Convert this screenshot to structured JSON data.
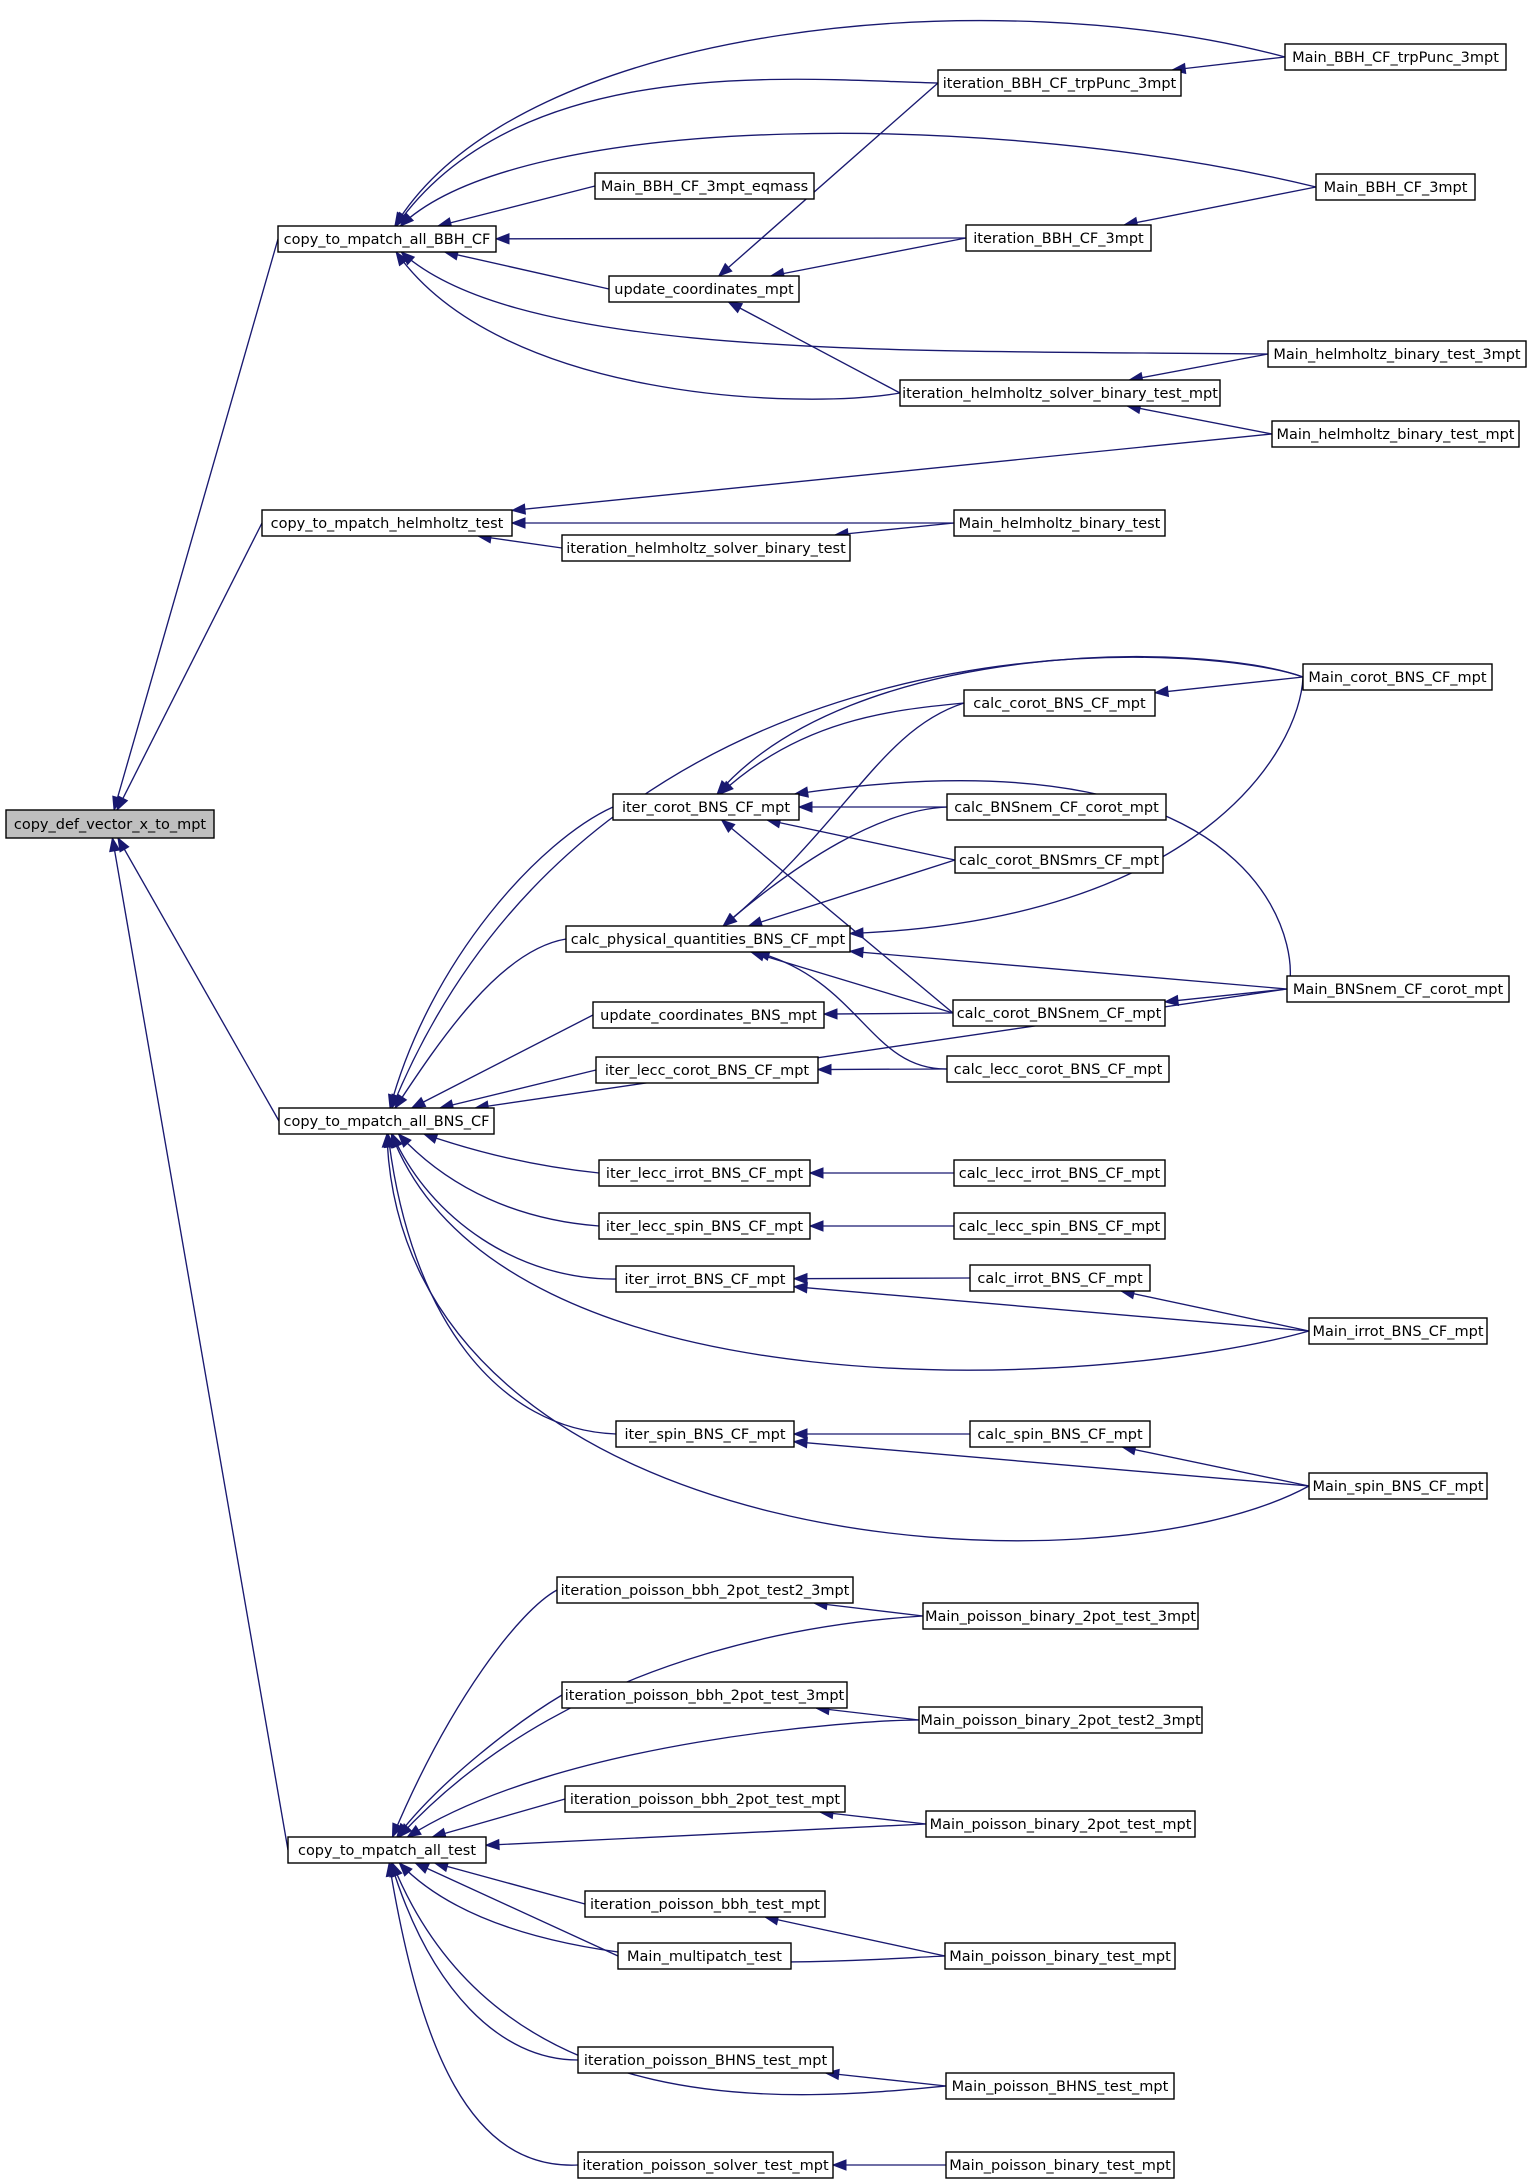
{
  "graph": {
    "title": "",
    "edge_color": "#191970",
    "root_fill": "#bfbfbf",
    "nodes": [
      {
        "id": "root",
        "label": "copy_def_vector_x_to_mpt",
        "root": true
      },
      {
        "id": "bbh_cf",
        "label": "copy_to_mpatch_all_BBH_CF"
      },
      {
        "id": "helm_test",
        "label": "copy_to_mpatch_helmholtz_test"
      },
      {
        "id": "bns_cf",
        "label": "copy_to_mpatch_all_BNS_CF"
      },
      {
        "id": "all_test",
        "label": "copy_to_mpatch_all_test"
      },
      {
        "id": "main_bbh_eqmass",
        "label": "Main_BBH_CF_3mpt_eqmass"
      },
      {
        "id": "upd_coord_mpt",
        "label": "update_coordinates_mpt"
      },
      {
        "id": "it_bbh_trp",
        "label": "iteration_BBH_CF_trpPunc_3mpt"
      },
      {
        "id": "it_bbh_3mpt",
        "label": "iteration_BBH_CF_3mpt"
      },
      {
        "id": "it_helm_bin_mpt",
        "label": "iteration_helmholtz_solver_binary_test_mpt"
      },
      {
        "id": "main_bbh_trp",
        "label": "Main_BBH_CF_trpPunc_3mpt"
      },
      {
        "id": "main_bbh_3mpt",
        "label": "Main_BBH_CF_3mpt"
      },
      {
        "id": "main_helm_3mpt",
        "label": "Main_helmholtz_binary_test_3mpt"
      },
      {
        "id": "main_helm_mpt",
        "label": "Main_helmholtz_binary_test_mpt"
      },
      {
        "id": "it_helm_bin",
        "label": "iteration_helmholtz_solver_binary_test"
      },
      {
        "id": "main_helm",
        "label": "Main_helmholtz_binary_test"
      },
      {
        "id": "iter_corot",
        "label": "iter_corot_BNS_CF_mpt"
      },
      {
        "id": "calc_phys",
        "label": "calc_physical_quantities_BNS_CF_mpt"
      },
      {
        "id": "upd_coord_bns",
        "label": "update_coordinates_BNS_mpt"
      },
      {
        "id": "iter_lecc_corot",
        "label": "iter_lecc_corot_BNS_CF_mpt"
      },
      {
        "id": "iter_lecc_irrot",
        "label": "iter_lecc_irrot_BNS_CF_mpt"
      },
      {
        "id": "iter_lecc_spin",
        "label": "iter_lecc_spin_BNS_CF_mpt"
      },
      {
        "id": "iter_irrot",
        "label": "iter_irrot_BNS_CF_mpt"
      },
      {
        "id": "iter_spin",
        "label": "iter_spin_BNS_CF_mpt"
      },
      {
        "id": "calc_corot",
        "label": "calc_corot_BNS_CF_mpt"
      },
      {
        "id": "calc_bnsnem_corot",
        "label": "calc_BNSnem_CF_corot_mpt"
      },
      {
        "id": "calc_corot_bnsmrs",
        "label": "calc_corot_BNSmrs_CF_mpt"
      },
      {
        "id": "calc_corot_bnsnem",
        "label": "calc_corot_BNSnem_CF_mpt"
      },
      {
        "id": "calc_lecc_corot",
        "label": "calc_lecc_corot_BNS_CF_mpt"
      },
      {
        "id": "calc_lecc_irrot",
        "label": "calc_lecc_irrot_BNS_CF_mpt"
      },
      {
        "id": "calc_lecc_spin",
        "label": "calc_lecc_spin_BNS_CF_mpt"
      },
      {
        "id": "calc_irrot",
        "label": "calc_irrot_BNS_CF_mpt"
      },
      {
        "id": "calc_spin",
        "label": "calc_spin_BNS_CF_mpt"
      },
      {
        "id": "main_corot",
        "label": "Main_corot_BNS_CF_mpt"
      },
      {
        "id": "main_bnsnem",
        "label": "Main_BNSnem_CF_corot_mpt"
      },
      {
        "id": "main_irrot",
        "label": "Main_irrot_BNS_CF_mpt"
      },
      {
        "id": "main_spin",
        "label": "Main_spin_BNS_CF_mpt"
      },
      {
        "id": "it_p_bbh_2pot_t2",
        "label": "iteration_poisson_bbh_2pot_test2_3mpt"
      },
      {
        "id": "it_p_bbh_2pot_3",
        "label": "iteration_poisson_bbh_2pot_test_3mpt"
      },
      {
        "id": "it_p_bbh_2pot_mpt",
        "label": "iteration_poisson_bbh_2pot_test_mpt"
      },
      {
        "id": "it_p_bbh_mpt",
        "label": "iteration_poisson_bbh_test_mpt"
      },
      {
        "id": "main_multipatch",
        "label": "Main_multipatch_test"
      },
      {
        "id": "it_p_bhns",
        "label": "iteration_poisson_BHNS_test_mpt"
      },
      {
        "id": "it_p_solver",
        "label": "iteration_poisson_solver_test_mpt"
      },
      {
        "id": "main_p_2pot_3",
        "label": "Main_poisson_binary_2pot_test_3mpt"
      },
      {
        "id": "main_p_2pot_t2",
        "label": "Main_poisson_binary_2pot_test2_3mpt"
      },
      {
        "id": "main_p_2pot_mpt",
        "label": "Main_poisson_binary_2pot_test_mpt"
      },
      {
        "id": "main_p_bin_mpt_a",
        "label": "Main_poisson_binary_test_mpt"
      },
      {
        "id": "main_p_bhns",
        "label": "Main_poisson_BHNS_test_mpt"
      },
      {
        "id": "main_p_bin_mpt_b",
        "label": "Main_poisson_binary_test_mpt"
      }
    ],
    "edges": [
      {
        "from": "bbh_cf",
        "to": "root"
      },
      {
        "from": "helm_test",
        "to": "root"
      },
      {
        "from": "bns_cf",
        "to": "root"
      },
      {
        "from": "all_test",
        "to": "root"
      },
      {
        "from": "main_bbh_trp",
        "to": "bbh_cf"
      },
      {
        "from": "it_bbh_trp",
        "to": "bbh_cf"
      },
      {
        "from": "main_bbh_3mpt",
        "to": "bbh_cf"
      },
      {
        "from": "main_bbh_eqmass",
        "to": "bbh_cf"
      },
      {
        "from": "it_bbh_3mpt",
        "to": "bbh_cf"
      },
      {
        "from": "upd_coord_mpt",
        "to": "bbh_cf"
      },
      {
        "from": "main_helm_3mpt",
        "to": "bbh_cf"
      },
      {
        "from": "it_helm_bin_mpt",
        "to": "bbh_cf"
      },
      {
        "from": "main_bbh_trp",
        "to": "it_bbh_trp"
      },
      {
        "from": "main_bbh_3mpt",
        "to": "it_bbh_3mpt"
      },
      {
        "from": "it_bbh_trp",
        "to": "upd_coord_mpt"
      },
      {
        "from": "it_bbh_3mpt",
        "to": "upd_coord_mpt"
      },
      {
        "from": "it_helm_bin_mpt",
        "to": "upd_coord_mpt"
      },
      {
        "from": "main_helm_3mpt",
        "to": "it_helm_bin_mpt"
      },
      {
        "from": "main_helm_mpt",
        "to": "it_helm_bin_mpt"
      },
      {
        "from": "main_helm_mpt",
        "to": "helm_test"
      },
      {
        "from": "main_helm",
        "to": "helm_test"
      },
      {
        "from": "it_helm_bin",
        "to": "helm_test"
      },
      {
        "from": "main_helm",
        "to": "it_helm_bin"
      },
      {
        "from": "main_corot",
        "to": "bns_cf"
      },
      {
        "from": "iter_corot",
        "to": "bns_cf"
      },
      {
        "from": "calc_phys",
        "to": "bns_cf"
      },
      {
        "from": "upd_coord_bns",
        "to": "bns_cf"
      },
      {
        "from": "iter_lecc_corot",
        "to": "bns_cf"
      },
      {
        "from": "main_bnsnem",
        "to": "bns_cf"
      },
      {
        "from": "iter_lecc_irrot",
        "to": "bns_cf"
      },
      {
        "from": "iter_lecc_spin",
        "to": "bns_cf"
      },
      {
        "from": "iter_irrot",
        "to": "bns_cf"
      },
      {
        "from": "main_irrot",
        "to": "bns_cf"
      },
      {
        "from": "iter_spin",
        "to": "bns_cf"
      },
      {
        "from": "main_spin",
        "to": "bns_cf"
      },
      {
        "from": "main_corot",
        "to": "iter_corot"
      },
      {
        "from": "calc_corot",
        "to": "iter_corot"
      },
      {
        "from": "main_bnsnem",
        "to": "iter_corot"
      },
      {
        "from": "calc_bnsnem_corot",
        "to": "iter_corot"
      },
      {
        "from": "calc_corot_bnsmrs",
        "to": "iter_corot"
      },
      {
        "from": "calc_corot_bnsnem",
        "to": "iter_corot"
      },
      {
        "from": "main_corot",
        "to": "calc_corot"
      },
      {
        "from": "calc_corot",
        "to": "calc_phys"
      },
      {
        "from": "calc_bnsnem_corot",
        "to": "calc_phys"
      },
      {
        "from": "calc_corot_bnsmrs",
        "to": "calc_phys"
      },
      {
        "from": "main_corot",
        "to": "calc_phys"
      },
      {
        "from": "main_bnsnem",
        "to": "calc_phys"
      },
      {
        "from": "calc_corot_bnsnem",
        "to": "calc_phys"
      },
      {
        "from": "calc_lecc_corot",
        "to": "calc_phys"
      },
      {
        "from": "calc_corot_bnsnem",
        "to": "upd_coord_bns"
      },
      {
        "from": "main_bnsnem",
        "to": "calc_corot_bnsnem"
      },
      {
        "from": "calc_lecc_corot",
        "to": "iter_lecc_corot"
      },
      {
        "from": "calc_lecc_irrot",
        "to": "iter_lecc_irrot"
      },
      {
        "from": "calc_lecc_spin",
        "to": "iter_lecc_spin"
      },
      {
        "from": "calc_irrot",
        "to": "iter_irrot"
      },
      {
        "from": "main_irrot",
        "to": "iter_irrot"
      },
      {
        "from": "main_irrot",
        "to": "calc_irrot"
      },
      {
        "from": "calc_spin",
        "to": "iter_spin"
      },
      {
        "from": "main_spin",
        "to": "iter_spin"
      },
      {
        "from": "main_spin",
        "to": "calc_spin"
      },
      {
        "from": "it_p_bbh_2pot_t2",
        "to": "all_test"
      },
      {
        "from": "main_p_2pot_3",
        "to": "all_test"
      },
      {
        "from": "it_p_bbh_2pot_3",
        "to": "all_test"
      },
      {
        "from": "main_p_2pot_t2",
        "to": "all_test"
      },
      {
        "from": "it_p_bbh_2pot_mpt",
        "to": "all_test"
      },
      {
        "from": "main_p_2pot_mpt",
        "to": "all_test"
      },
      {
        "from": "it_p_bbh_mpt",
        "to": "all_test"
      },
      {
        "from": "main_multipatch",
        "to": "all_test"
      },
      {
        "from": "main_p_bin_mpt_a",
        "to": "all_test"
      },
      {
        "from": "it_p_bhns",
        "to": "all_test"
      },
      {
        "from": "main_p_bhns",
        "to": "all_test"
      },
      {
        "from": "it_p_solver",
        "to": "all_test"
      },
      {
        "from": "main_p_2pot_3",
        "to": "it_p_bbh_2pot_t2"
      },
      {
        "from": "main_p_2pot_t2",
        "to": "it_p_bbh_2pot_3"
      },
      {
        "from": "main_p_2pot_mpt",
        "to": "it_p_bbh_2pot_mpt"
      },
      {
        "from": "main_p_bin_mpt_a",
        "to": "it_p_bbh_mpt"
      },
      {
        "from": "main_p_bhns",
        "to": "it_p_bhns"
      },
      {
        "from": "main_p_bin_mpt_b",
        "to": "it_p_solver"
      }
    ]
  }
}
